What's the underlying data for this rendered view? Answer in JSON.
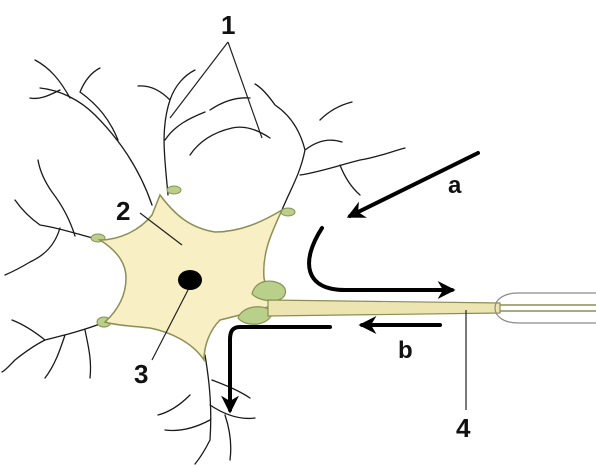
{
  "diagram": {
    "labels": {
      "dendrites": "1",
      "cell_body": "2",
      "nucleus": "3",
      "axon": "4",
      "arrow_a": "a",
      "arrow_b": "b"
    },
    "colors": {
      "cytoplasm": "#f8efc4",
      "outline": "#8a8f55",
      "nucleus": "#000000",
      "synapse": "#b8d08a",
      "axon": "#ece5b2"
    }
  }
}
